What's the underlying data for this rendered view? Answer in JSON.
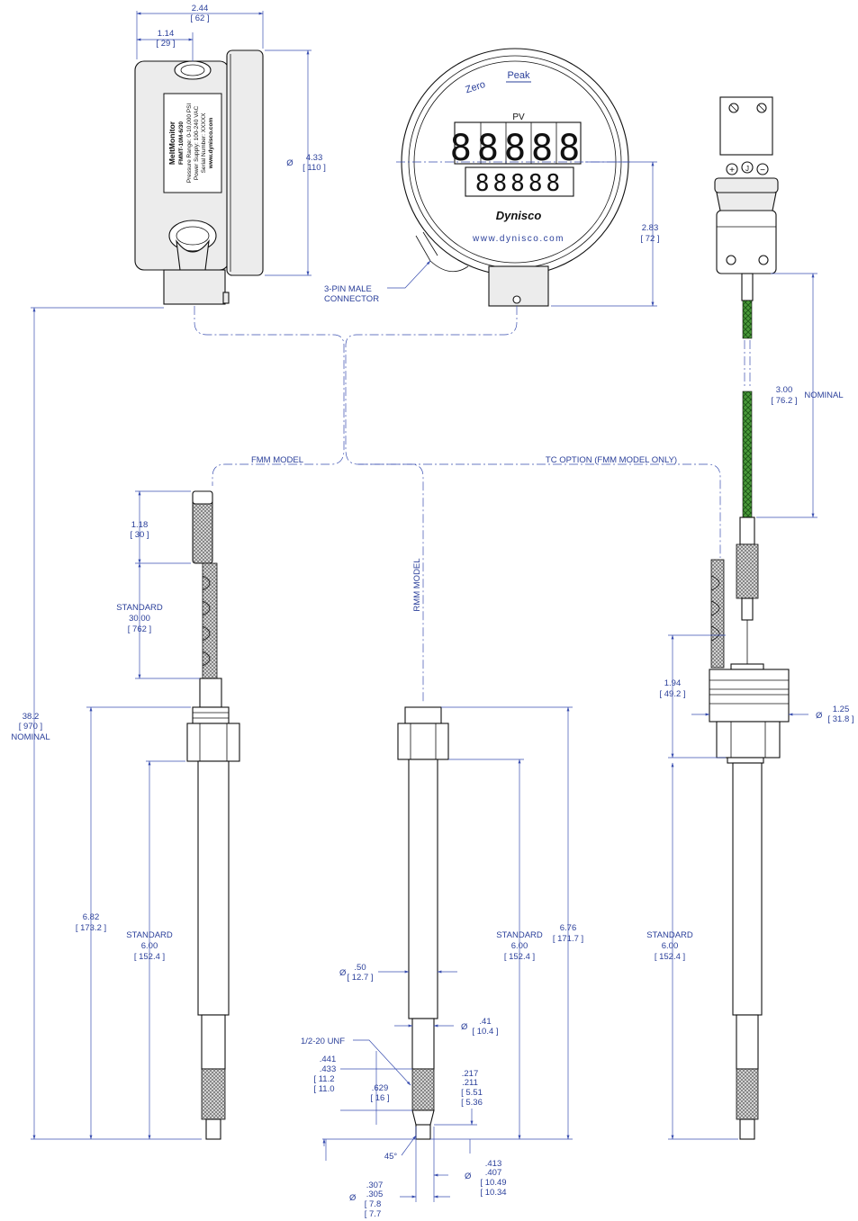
{
  "labels": {
    "brand": "Dynisco",
    "website": "www.dynisco.com",
    "zero": "Zero",
    "peak": "Peak",
    "pv": "PV",
    "pv_display": "88888",
    "sv_display": "88888",
    "nameplate": [
      "MeltMonitor",
      "FMMT-10M-6/30",
      "Pressure Range: 0-10,000 PSI",
      "Power Supply: 100-240 VAC",
      "Serial Number: XXXXX",
      "www.dynisco.com"
    ],
    "connector_line1": "3-PIN MALE",
    "connector_line2": "CONNECTOR",
    "fmm_model": "FMM MODEL",
    "tc_option": "TC OPTION (FMM MODEL ONLY)",
    "rmm_model": "RMM MODEL",
    "thread": "1/2-20 UNF",
    "angle": "45°",
    "nominal": "NOMINAL",
    "standard": "STANDARD",
    "dia": "Ø",
    "tc_plus": "+",
    "tc_minus": "−",
    "tc_j": "J"
  },
  "dims": {
    "width_in": "2.44",
    "width_mm": "[ 62 ]",
    "offset_in": "1.14",
    "offset_mm": "[ 29 ]",
    "housing_dia_in": "4.33",
    "housing_dia_mm": "[ 110 ]",
    "face_h_in": "2.83",
    "face_h_mm": "[ 72 ]",
    "tc_cable_in": "3.00",
    "tc_cable_mm": "[ 76.2 ]",
    "overall_in": "38.2",
    "overall_mm": "[ 970 ]",
    "fmm_nut_in": "1.18",
    "fmm_nut_mm": "[ 30 ]",
    "fmm_flex_in": "30.00",
    "fmm_flex_mm": "[ 762 ]",
    "fmm_total_in": "6.82",
    "fmm_total_mm": "[ 173.2 ]",
    "stem_in": "6.00",
    "stem_mm": "[ 152.4 ]",
    "rmm_total_in": "6.76",
    "rmm_total_mm": "[ 171.7 ]",
    "stem_dia_in": ".50",
    "stem_dia_mm": "[ 12.7 ]",
    "neck_dia_in": ".41",
    "neck_dia_mm": "[ 10.4 ]",
    "tc_flange_in": "1.94",
    "tc_flange_mm": "[ 49.2 ]",
    "tc_dia_in": "1.25",
    "tc_dia_mm": "[ 31.8 ]",
    "a1": ".441",
    "a2": ".433",
    "a3": "[ 11.2",
    "a4": "[ 11.0",
    "b1": ".629",
    "b2": "[ 16 ]",
    "c1": ".217",
    "c2": ".211",
    "c3": "[ 5.51",
    "c4": "[ 5.36",
    "d1": ".413",
    "d2": ".407",
    "d3": "[ 10.49",
    "d4": "[ 10.34",
    "e1": ".307",
    "e2": ".305",
    "e3": "[ 7.8",
    "e4": "[ 7.7"
  },
  "colors": {
    "dimension": "#2a3f9a",
    "cable_green": "#4a9a3a",
    "outline": "#111111"
  }
}
